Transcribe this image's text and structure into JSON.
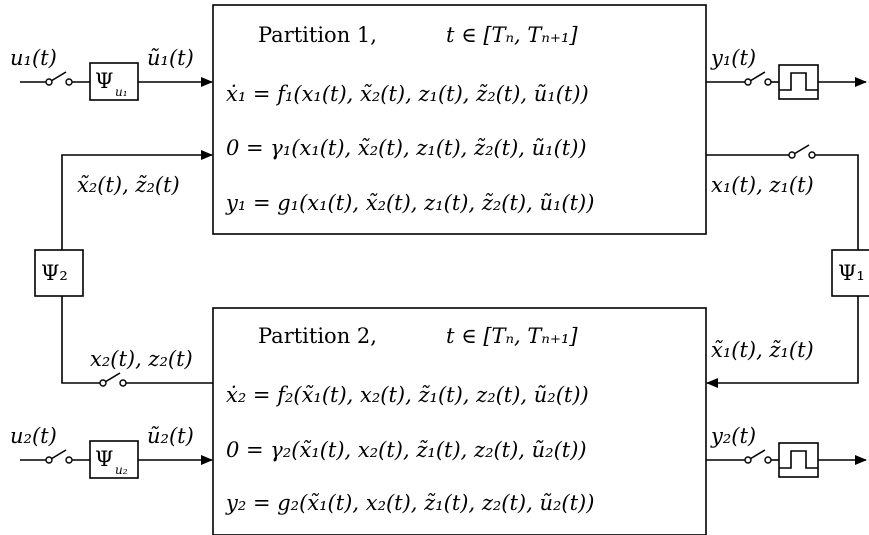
{
  "partition1": {
    "header_name": "Partition 1,",
    "header_interval": "t ∈ [Tₙ, Tₙ₊₁]",
    "eq_state": "ẋ₁ = f₁(x₁(t), x̃₂(t), z₁(t), z̃₂(t), ũ₁(t))",
    "eq_algebraic": "0 = γ₁(x₁(t), x̃₂(t), z₁(t), z̃₂(t), ũ₁(t))",
    "eq_output": "y₁ = g₁(x₁(t), x̃₂(t), z₁(t), z̃₂(t), ũ₁(t))"
  },
  "partition2": {
    "header_name": "Partition 2,",
    "header_interval": "t ∈ [Tₙ, Tₙ₊₁]",
    "eq_state": "ẋ₂ = f₂(x̃₁(t), x₂(t), z̃₁(t), z₂(t), ũ₂(t))",
    "eq_algebraic": "0 = γ₂(x̃₁(t), x₂(t), z̃₁(t), z₂(t), ũ₂(t))",
    "eq_output": "y₂ = g₂(x̃₁(t), x₂(t), z̃₁(t), z₂(t), ũ₂(t))"
  },
  "signals": {
    "u1": "u₁(t)",
    "u1_tilde": "ũ₁(t)",
    "y1": "y₁(t)",
    "x2z2_tilde": "x̃₂(t), z̃₂(t)",
    "x1z1": "x₁(t), z₁(t)",
    "x2z2": "x₂(t), z₂(t)",
    "x1z1_tilde": "x̃₁(t), z̃₁(t)",
    "u2": "u₂(t)",
    "u2_tilde": "ũ₂(t)",
    "y2": "y₂(t)"
  },
  "blocks": {
    "psi_u1": "Ψ",
    "psi_u1_sub": "u₁",
    "psi_u2": "Ψ",
    "psi_u2_sub": "u₂",
    "psi_2": "Ψ₂",
    "psi_1": "Ψ₁"
  },
  "icons": {
    "switch": "switch-icon",
    "zero_order_hold": "zero-order-hold-icon",
    "arrow": "arrowhead-icon"
  }
}
